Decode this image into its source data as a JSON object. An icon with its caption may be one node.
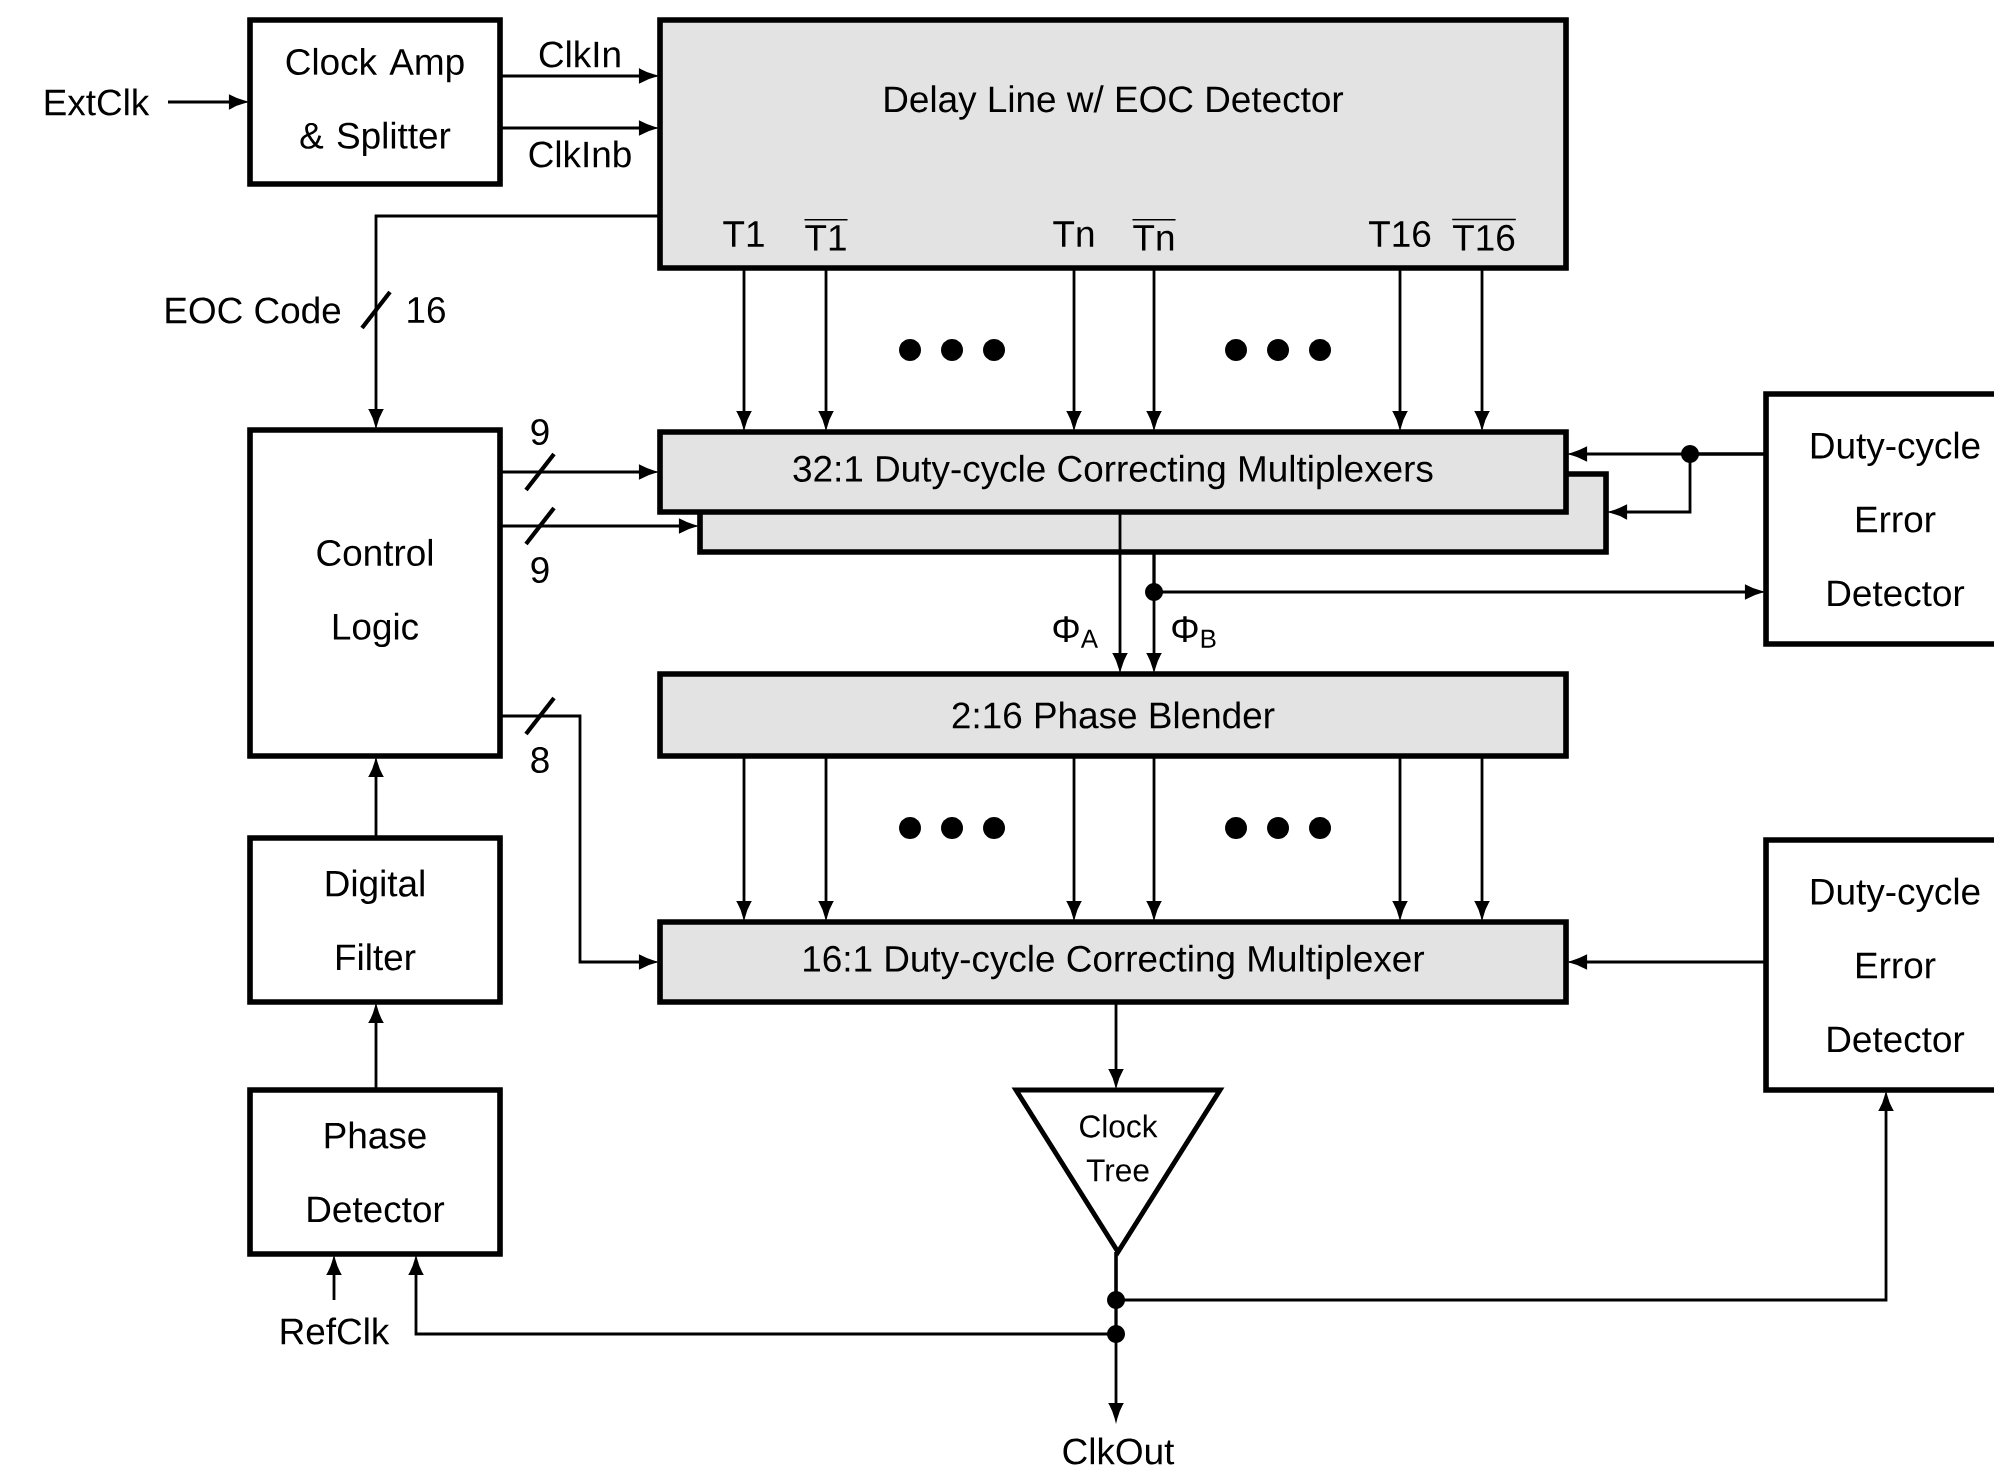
{
  "diagram": {
    "nodes": [
      {
        "text": [
          "ExtClk"
        ]
      },
      {
        "text": [
          "Clock Amp & Splitter"
        ]
      },
      {
        "text": [
          "Delay Line w/ EOC Detector"
        ]
      },
      {
        "text": [
          "Control Logic"
        ]
      },
      {
        "text": [
          "32:1 Duty-cycle Correcting Multiplexers"
        ]
      },
      {
        "text": [
          "Duty-cycle Error Detector"
        ]
      },
      {
        "text": [
          "2:16 Phase Blender"
        ]
      },
      {
        "text": [
          "Digital Filter"
        ]
      },
      {
        "text": [
          "16:1 Duty-cycle Correcting Multiplexer"
        ]
      },
      {
        "text": [
          "Duty-cycle Error Detector"
        ]
      },
      {
        "text": [
          "Clock Tree"
        ]
      },
      {
        "text": [
          "Phase Detector"
        ]
      },
      {
        "text": [
          "RefClk"
        ]
      },
      {
        "text": [
          "ClkOut"
        ]
      }
    ],
    "edges": [
      {
        "from": 0,
        "to": 1,
        "arrow": "to"
      },
      {
        "from": 1,
        "to": 2,
        "arrow": "to",
        "label": "ClkIn"
      },
      {
        "from": 1,
        "to": 2,
        "arrow": "to",
        "label": "ClkInb"
      },
      {
        "from": 2,
        "to": 3,
        "arrow": "to",
        "label": "EOC Code"
      },
      {
        "from": 2,
        "to": 4,
        "arrow": "to"
      },
      {
        "from": 2,
        "to": 4,
        "arrow": "to"
      },
      {
        "from": 2,
        "to": 4,
        "arrow": "to"
      },
      {
        "from": 2,
        "to": 4,
        "arrow": "to"
      },
      {
        "from": 2,
        "to": 4,
        "arrow": "to"
      },
      {
        "from": 2,
        "to": 4,
        "arrow": "to"
      },
      {
        "from": 3,
        "to": 4,
        "arrow": "to"
      },
      {
        "from": 3,
        "to": 4,
        "arrow": "to"
      },
      {
        "from": 5,
        "to": 4,
        "arrow": "to"
      },
      {
        "from": 5,
        "to": 4,
        "arrow": "to"
      },
      {
        "from": 4,
        "to": 6,
        "arrow": "to",
        "label": "Φ$_{A}$"
      },
      {
        "from": 4,
        "to": 6,
        "arrow": "to",
        "label": "Φ$_{B}$"
      },
      {
        "from": 4,
        "to": 5,
        "arrow": "to"
      },
      {
        "from": 6,
        "to": 8,
        "arrow": "to"
      },
      {
        "from": 6,
        "to": 8,
        "arrow": "to"
      },
      {
        "from": 6,
        "to": 8,
        "arrow": "to"
      },
      {
        "from": 6,
        "to": 8,
        "arrow": "to"
      },
      {
        "from": 6,
        "to": 8,
        "arrow": "to"
      },
      {
        "from": 6,
        "to": 8,
        "arrow": "to"
      },
      {
        "from": 3,
        "to": 8,
        "arrow": "to"
      },
      {
        "from": 9,
        "to": 8,
        "arrow": "to"
      },
      {
        "from": 8,
        "to": 10,
        "arrow": "to"
      },
      {
        "from": 10,
        "to": 13,
        "arrow": "to"
      },
      {
        "from": 10,
        "to": 9,
        "arrow": "to"
      },
      {
        "from": 10,
        "to": 11,
        "arrow": "to"
      },
      {
        "from": 12,
        "to": 11,
        "arrow": "to"
      },
      {
        "from": 11,
        "to": 7,
        "arrow": "to"
      },
      {
        "from": 7,
        "to": 3,
        "arrow": "to"
      }
    ],
    "labels": [
      "T1",
      "\\overline{\\text{T1}}",
      "Tn",
      "\\overline{\\text{Tn}}",
      "T16",
      "\\overline{\\text{T16}}",
      "16",
      "9",
      "9",
      "8"
    ]
  }
}
